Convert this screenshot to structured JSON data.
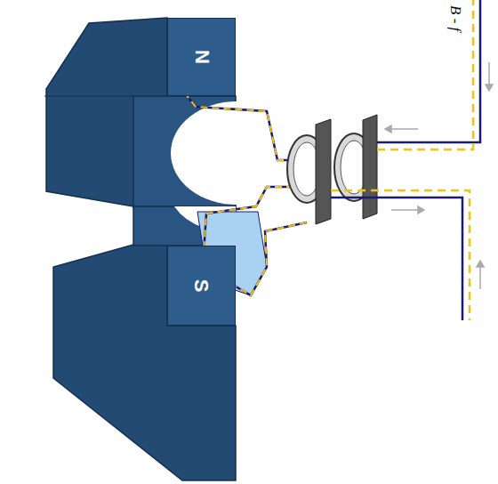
{
  "diagram": {
    "nodes": [
      {
        "text": [
          "N"
        ]
      },
      {
        "text": [
          "S"
        ]
      }
    ],
    "labels": [
      "B - f"
    ]
  }
}
